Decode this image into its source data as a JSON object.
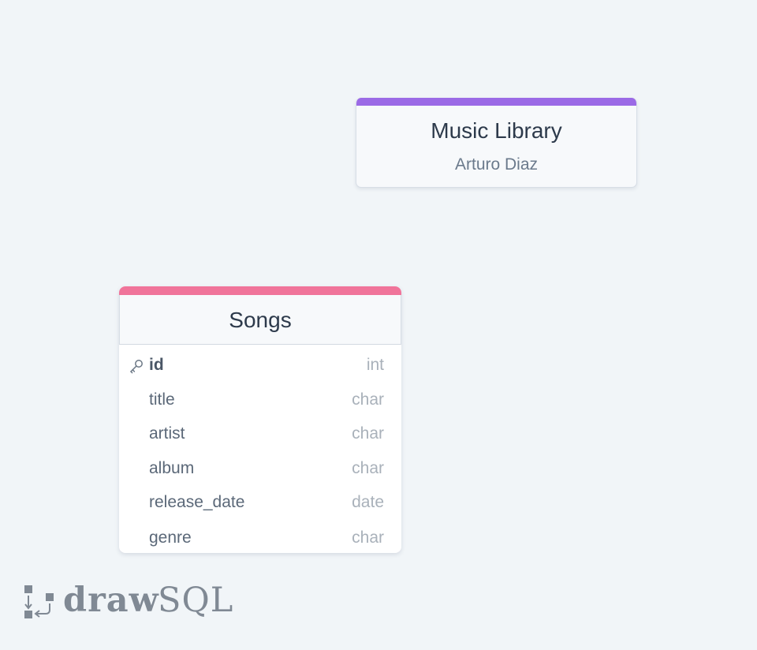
{
  "project": {
    "title": "Music Library",
    "author": "Arturo Diaz",
    "accent_color": "#9b6ae6"
  },
  "table": {
    "name": "Songs",
    "accent_color": "#f0749a",
    "columns": [
      {
        "name": "id",
        "type": "int",
        "primary_key": true,
        "icon": "key-icon"
      },
      {
        "name": "title",
        "type": "char"
      },
      {
        "name": "artist",
        "type": "char"
      },
      {
        "name": "album",
        "type": "char"
      },
      {
        "name": "release_date",
        "type": "date"
      },
      {
        "name": "genre",
        "type": "char"
      }
    ]
  },
  "branding": {
    "logo_bold": "draw",
    "logo_light": "SQL",
    "logo_color": "#808994"
  }
}
